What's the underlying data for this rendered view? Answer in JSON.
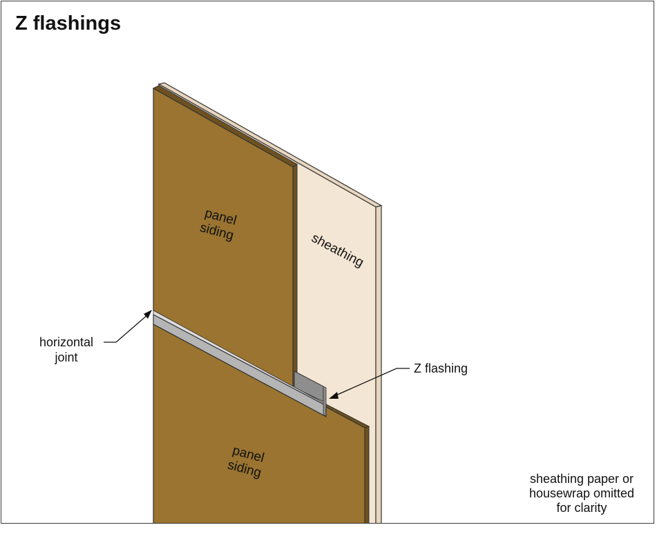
{
  "title": "Z flashings",
  "labels": {
    "upper_panel": [
      "panel",
      "siding"
    ],
    "lower_panel": [
      "panel",
      "siding"
    ],
    "sheathing": "sheathing",
    "horizontal_joint": [
      "horizontal",
      "joint"
    ],
    "z_flashing": "Z flashing",
    "note": [
      "sheathing paper or",
      "housewrap omitted",
      "for clarity"
    ]
  },
  "colors": {
    "panel_siding": "#9a7430",
    "panel_edge": "#6e5120",
    "sheathing": "#f4e6d4",
    "sheathing_edge": "#e8d6bf",
    "flashing": "#b5b5b5",
    "flashing_light": "#dcdcdc",
    "flashing_dark": "#8e8e8e",
    "outline": "#333333"
  }
}
